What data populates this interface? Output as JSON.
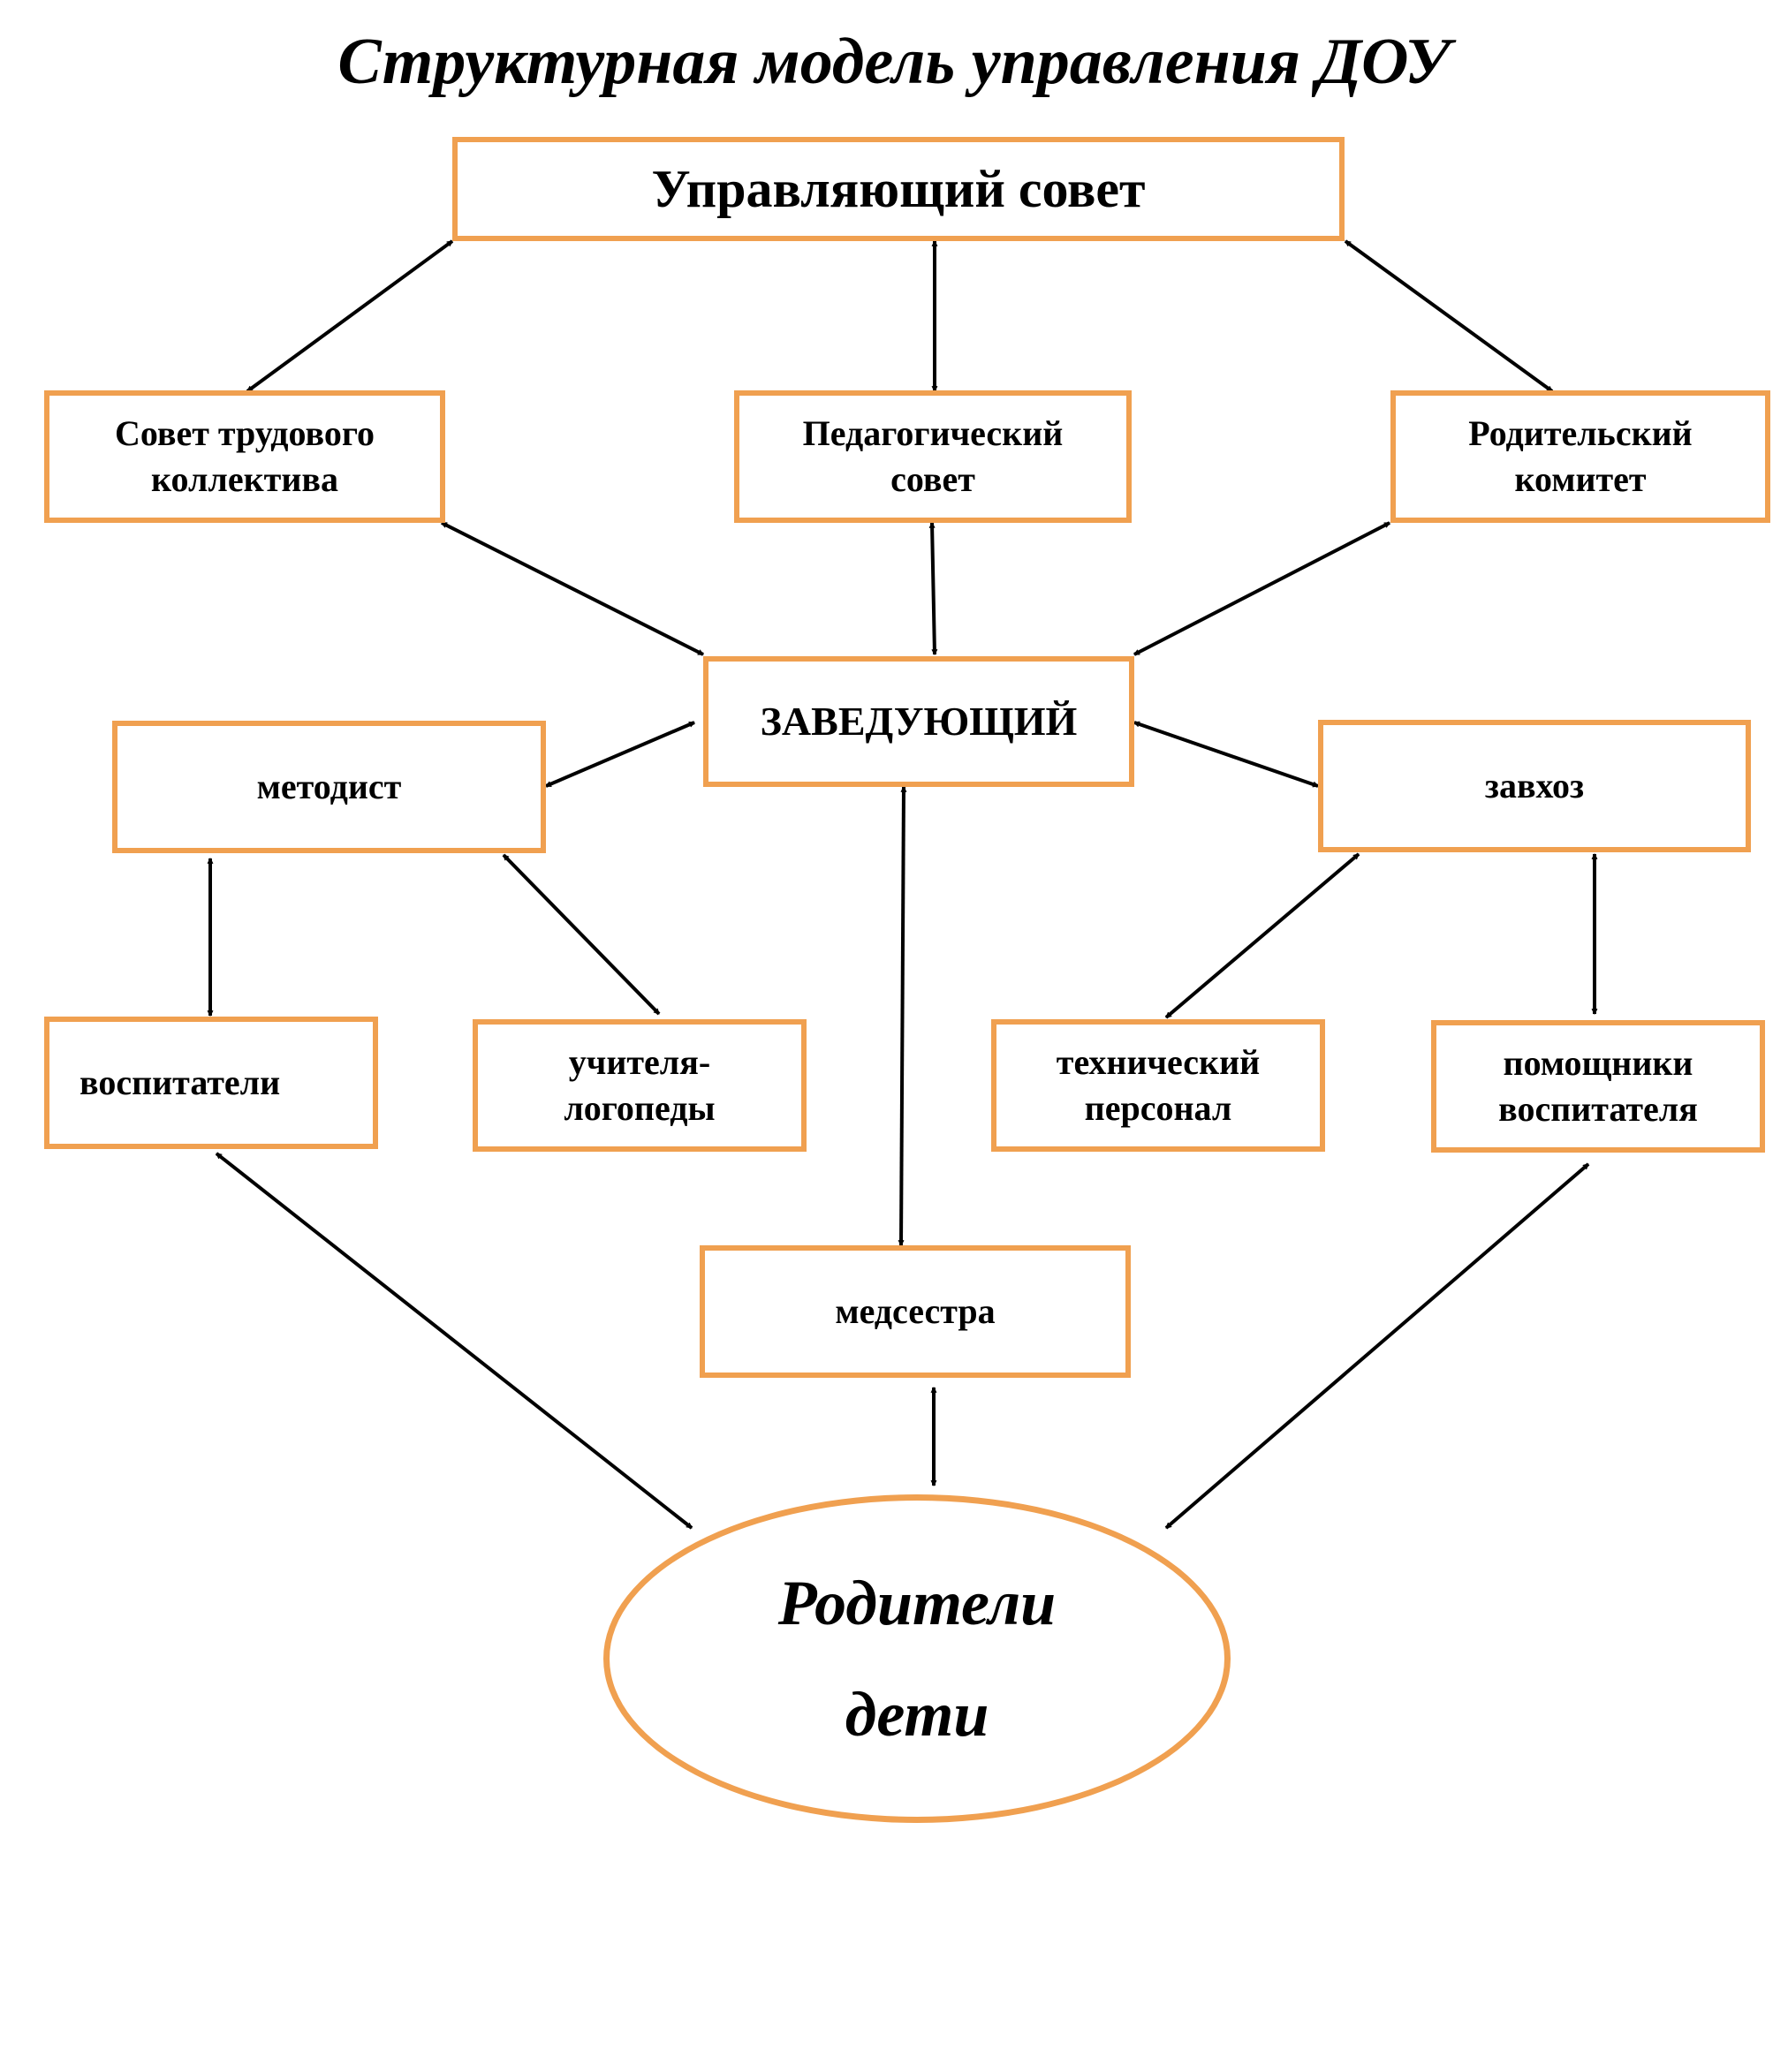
{
  "title": "Структурная модель управления ДОУ",
  "colors": {
    "box_border": "#F0A050",
    "arrow": "#000000"
  },
  "nodes": {
    "council": {
      "label": "Управляющий совет"
    },
    "labor_council": {
      "line1": "Совет трудового",
      "line2": "коллектива"
    },
    "ped_council": {
      "line1": "Педагогический",
      "line2": "совет"
    },
    "parent_committee": {
      "line1": "Родительский",
      "line2": "комитет"
    },
    "head": {
      "label": "ЗАВЕДУЮЩИЙ"
    },
    "methodist": {
      "label": "методист"
    },
    "supply_manager": {
      "label": "завхоз"
    },
    "educators": {
      "label": "воспитатели"
    },
    "speech_therapists": {
      "line1": "учителя-",
      "line2": "логопеды"
    },
    "technical_staff": {
      "line1": "технический",
      "line2": "персонал"
    },
    "assistant_educators": {
      "line1": "помощники",
      "line2": "воспитателя"
    },
    "nurse": {
      "label": "медсестра"
    },
    "parents_children": {
      "line1": "Родители",
      "line2": "дети"
    }
  },
  "edges": [
    {
      "from": "council",
      "to": "labor_council",
      "direction": "both"
    },
    {
      "from": "council",
      "to": "ped_council",
      "direction": "both"
    },
    {
      "from": "council",
      "to": "parent_committee",
      "direction": "both"
    },
    {
      "from": "labor_council",
      "to": "head",
      "direction": "both"
    },
    {
      "from": "ped_council",
      "to": "head",
      "direction": "both"
    },
    {
      "from": "parent_committee",
      "to": "head",
      "direction": "both"
    },
    {
      "from": "head",
      "to": "methodist",
      "direction": "both"
    },
    {
      "from": "head",
      "to": "supply_manager",
      "direction": "both"
    },
    {
      "from": "head",
      "to": "nurse",
      "direction": "both"
    },
    {
      "from": "methodist",
      "to": "educators",
      "direction": "both"
    },
    {
      "from": "methodist",
      "to": "speech_therapists",
      "direction": "both"
    },
    {
      "from": "supply_manager",
      "to": "technical_staff",
      "direction": "both"
    },
    {
      "from": "supply_manager",
      "to": "assistant_educators",
      "direction": "both"
    },
    {
      "from": "educators",
      "to": "parents_children",
      "direction": "both"
    },
    {
      "from": "nurse",
      "to": "parents_children",
      "direction": "both"
    },
    {
      "from": "assistant_educators",
      "to": "parents_children",
      "direction": "both"
    }
  ]
}
